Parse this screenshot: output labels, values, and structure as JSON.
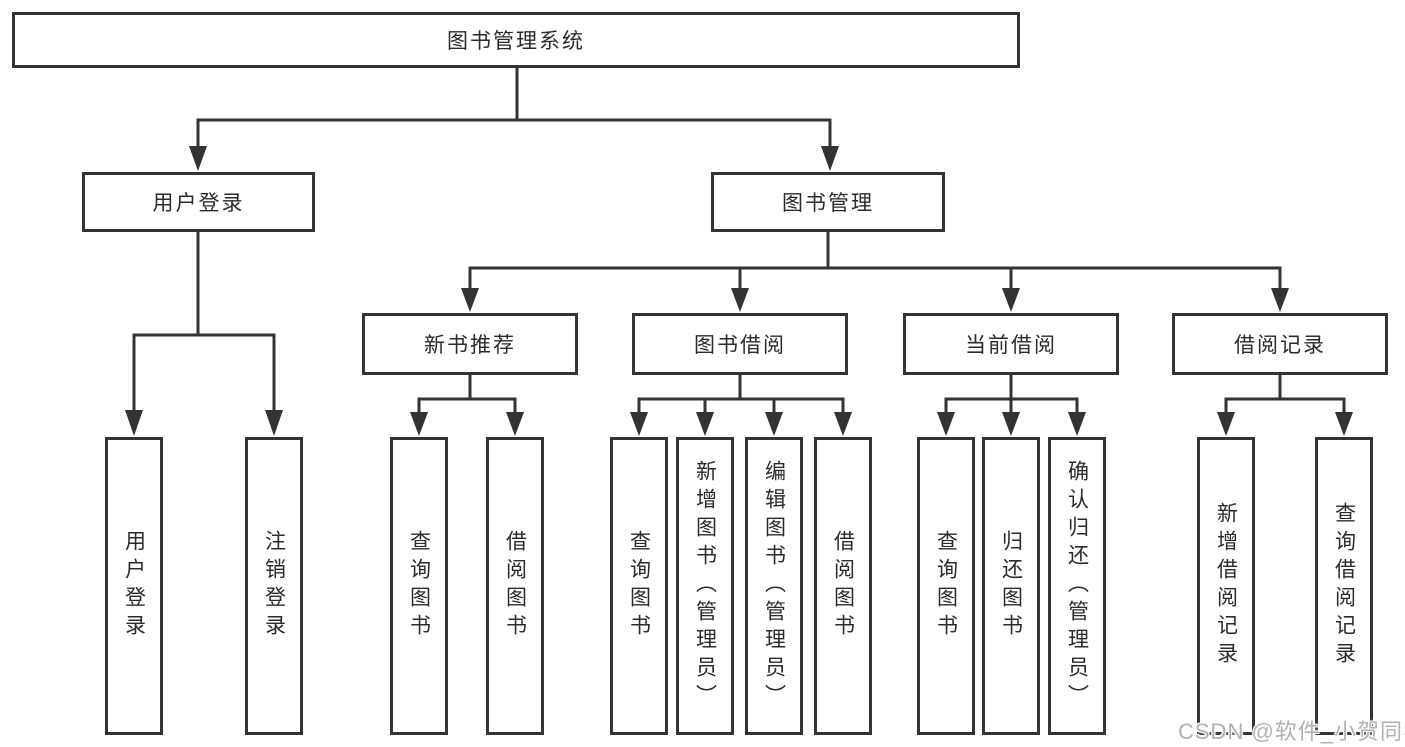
{
  "tree": {
    "label": "图书管理系统",
    "children": [
      {
        "label": "用户登录",
        "children": [
          {
            "label": "用户登录"
          },
          {
            "label": "注销登录"
          }
        ]
      },
      {
        "label": "图书管理",
        "children": [
          {
            "label": "新书推荐",
            "children": [
              {
                "label": "查询图书"
              },
              {
                "label": "借阅图书"
              }
            ]
          },
          {
            "label": "图书借阅",
            "children": [
              {
                "label": "查询图书"
              },
              {
                "label": "新增图书（管理员）"
              },
              {
                "label": "编辑图书（管理员）"
              },
              {
                "label": "借阅图书"
              }
            ]
          },
          {
            "label": "当前借阅",
            "children": [
              {
                "label": "查询图书"
              },
              {
                "label": "归还图书"
              },
              {
                "label": "确认归还（管理员）"
              }
            ]
          },
          {
            "label": "借阅记录",
            "children": [
              {
                "label": "新增借阅记录"
              },
              {
                "label": "查询借阅记录"
              }
            ]
          }
        ]
      }
    ]
  },
  "watermark": {
    "text": "CSDN @软件_小贺同学"
  },
  "colors": {
    "line": "#333333",
    "box_border": "#333333",
    "text": "#2b2b2b",
    "background": "#ffffff",
    "watermark_text": "#b3b0b0"
  }
}
